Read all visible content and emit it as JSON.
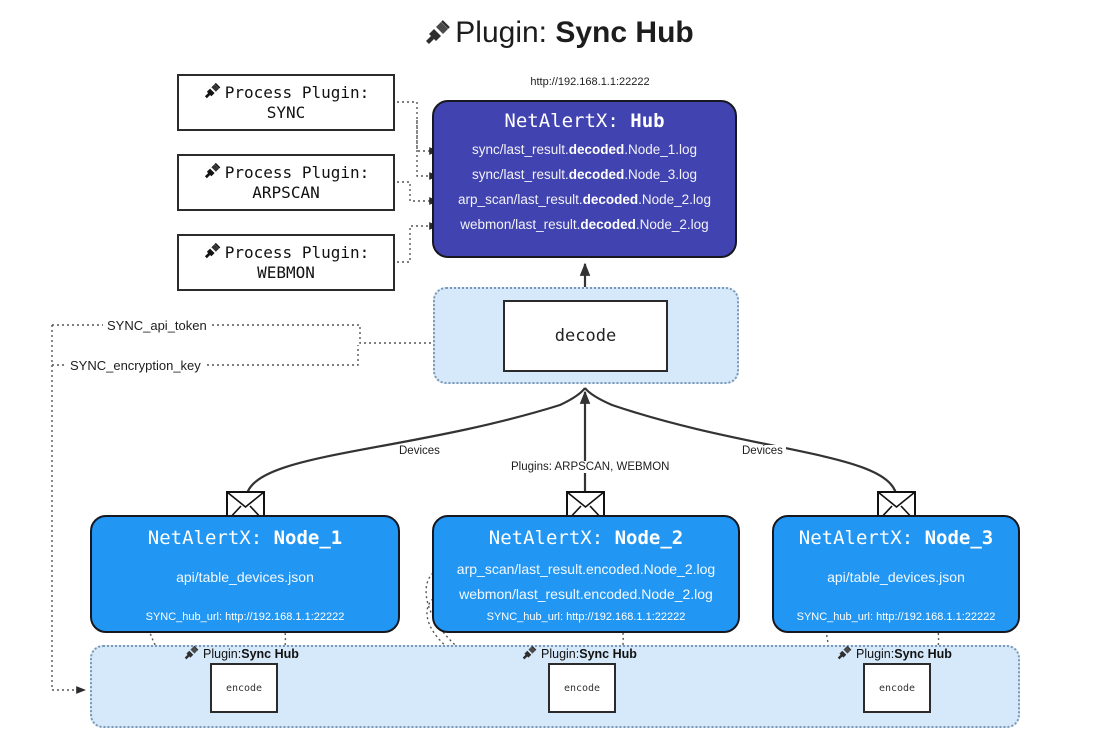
{
  "title": {
    "icon": "plug-icon",
    "prefix": "Plugin: ",
    "name": "Sync Hub"
  },
  "hub": {
    "url": "http://192.168.1.1:22222",
    "title_prefix": "NetAlertX: ",
    "title_name": "Hub",
    "log_lines": [
      {
        "pre": "sync/last_result.",
        "strong": "decoded",
        "post": ".Node_1.log"
      },
      {
        "pre": "sync/last_result.",
        "strong": "decoded",
        "post": ".Node_3.log"
      },
      {
        "pre": "arp_scan/last_result.",
        "strong": "decoded",
        "post": ".Node_2.log"
      },
      {
        "pre": "webmon/last_result.",
        "strong": "decoded",
        "post": ".Node_2.log"
      }
    ]
  },
  "process_plugins": [
    {
      "line1": "Process Plugin:",
      "line2": "SYNC",
      "icon": "plug-icon"
    },
    {
      "line1": "Process Plugin:",
      "line2": "ARPSCAN",
      "icon": "plug-icon"
    },
    {
      "line1": "Process Plugin:",
      "line2": "WEBMON",
      "icon": "plug-icon"
    }
  ],
  "decode": {
    "label": "decode"
  },
  "secrets": [
    {
      "label": "SYNC_api_token"
    },
    {
      "label": "SYNC_encryption_key"
    }
  ],
  "edge_labels": {
    "devices_left": "Devices",
    "plugins_center": "Plugins: ARPSCAN, WEBMON",
    "devices_right": "Devices"
  },
  "nodes": [
    {
      "title_prefix": "NetAlertX: ",
      "title_name": "Node_1",
      "lines": [
        "api/table_devices.json"
      ],
      "url_label": "SYNC_hub_url: http://192.168.1.1:22222",
      "envelope": "envelope-icon"
    },
    {
      "title_prefix": "NetAlertX: ",
      "title_name": "Node_2",
      "lines": [
        "arp_scan/last_result.encoded.Node_2.log",
        "webmon/last_result.encoded.Node_2.log"
      ],
      "url_label": "SYNC_hub_url: http://192.168.1.1:22222",
      "envelope": "envelope-icon"
    },
    {
      "title_prefix": "NetAlertX: ",
      "title_name": "Node_3",
      "lines": [
        "api/table_devices.json"
      ],
      "url_label": "SYNC_hub_url: http://192.168.1.1:22222",
      "envelope": "envelope-icon"
    }
  ],
  "encode_band": {
    "plugin_tag_prefix": "Plugin: ",
    "plugin_tag_name": "Sync Hub",
    "encode_label": "encode",
    "items": [
      {
        "encode_label": "encode"
      },
      {
        "encode_label": "encode"
      },
      {
        "encode_label": "encode"
      }
    ]
  },
  "colors": {
    "hub_fill": "#4143b0",
    "node_fill": "#2196f3",
    "container_fill": "#d6e9fb",
    "container_border": "#7a98b4",
    "box_border": "#2b2b2b",
    "background": "#ffffff"
  }
}
